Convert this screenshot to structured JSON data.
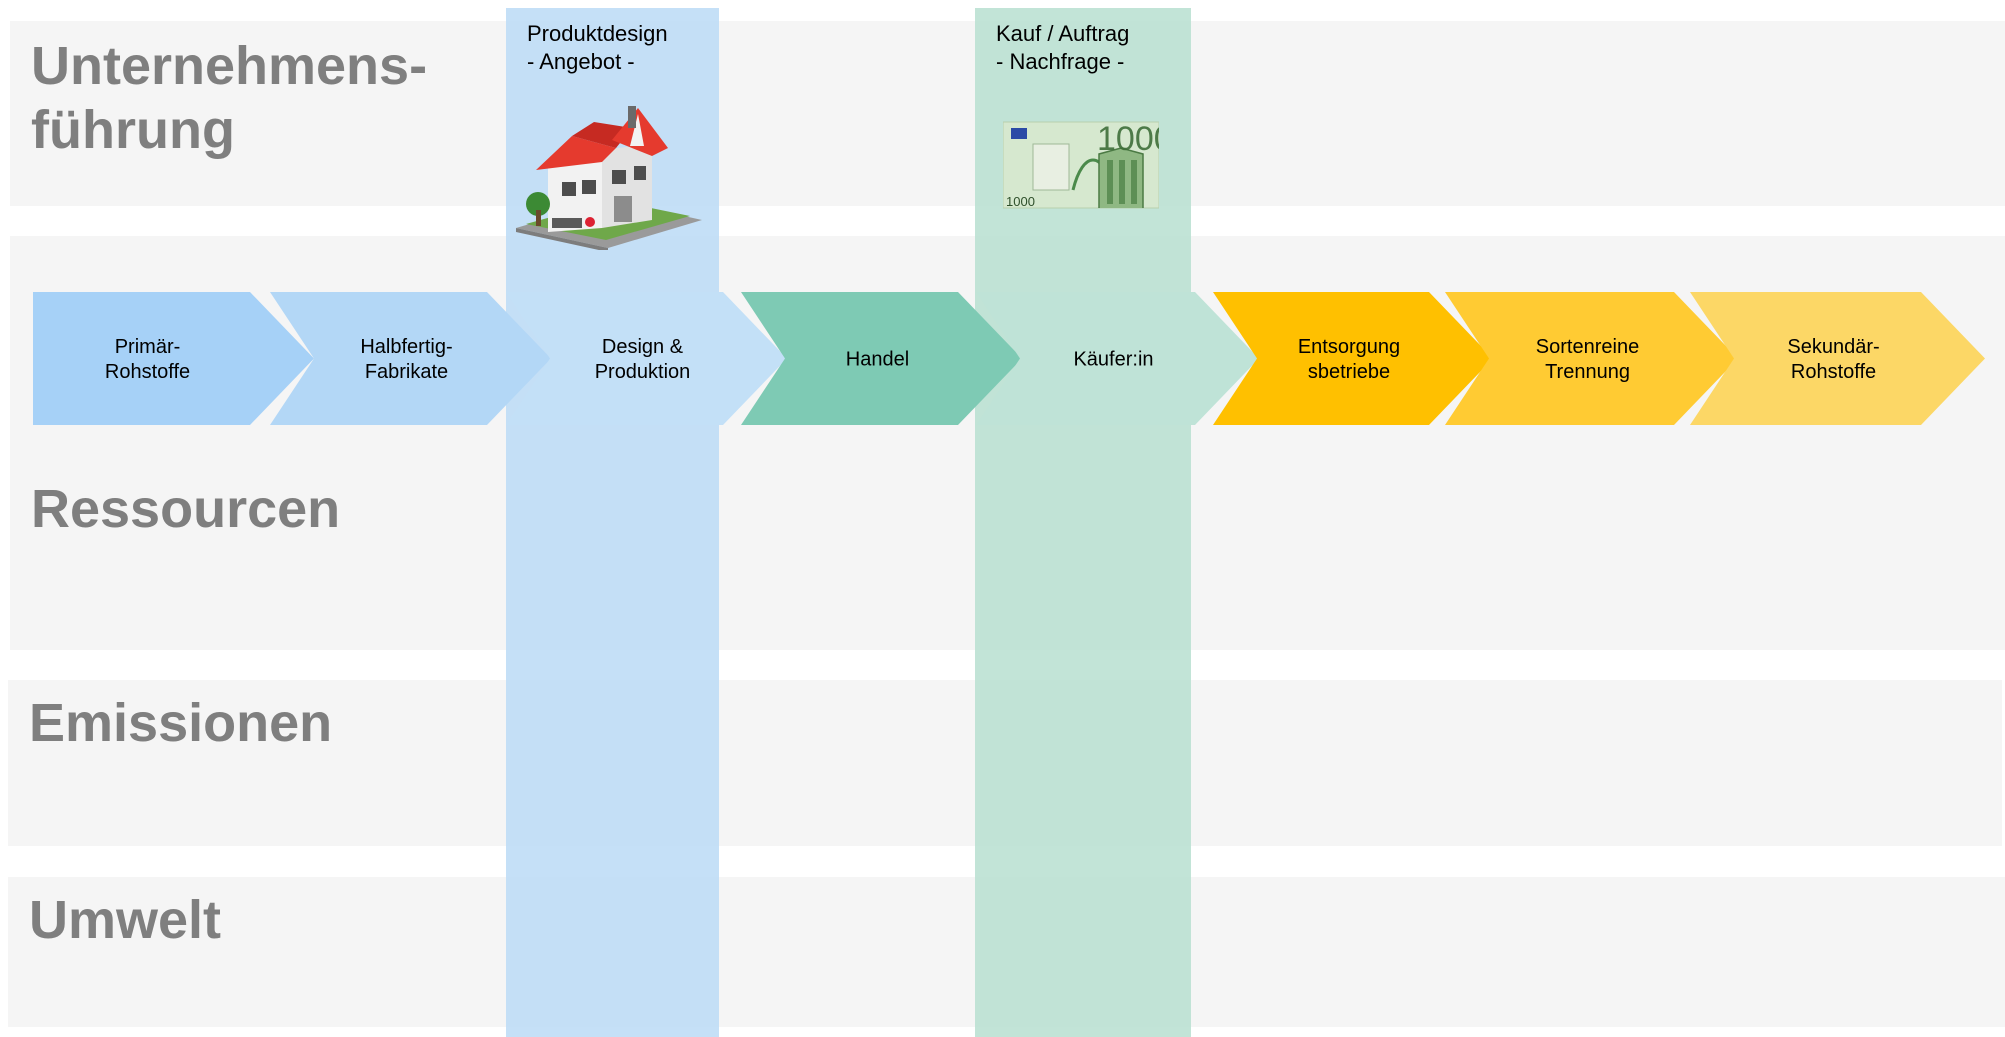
{
  "bands": [
    {
      "id": "management",
      "title": "Unternehmens-\nführung"
    },
    {
      "id": "resources",
      "title": "Ressourcen"
    },
    {
      "id": "emissions",
      "title": "Emissionen"
    },
    {
      "id": "environment",
      "title": "Umwelt"
    }
  ],
  "columns": {
    "design": {
      "title": "Produktdesign\n- Angebot -",
      "color": "#bddcf6"
    },
    "purchase": {
      "title": "Kauf / Auftrag\n- Nachfrage -",
      "color": "#b9e0d2"
    }
  },
  "chain": [
    {
      "label": "Primär-\nRohstoffe",
      "color": "#a6d1f7"
    },
    {
      "label": "Halbfertig-\nFabrikate",
      "color": "#b3d7f6"
    },
    {
      "label": "Design &\nProduktion",
      "color": "#c3e0f7"
    },
    {
      "label": "Handel",
      "color": "#7ecab4"
    },
    {
      "label": "Käufer:in",
      "color": "#bfe3d7"
    },
    {
      "label": "Entsorgung\nsbetriebe",
      "color": "#ffc000"
    },
    {
      "label": "Sortenreine\nTrennung",
      "color": "#ffcb33"
    },
    {
      "label": "Sekundär-\nRohstoffe",
      "color": "#fcd766"
    }
  ],
  "illustrations": {
    "house": "lego-house-icon",
    "banknote": "euro-banknote-icon",
    "banknote_value": "1000"
  }
}
